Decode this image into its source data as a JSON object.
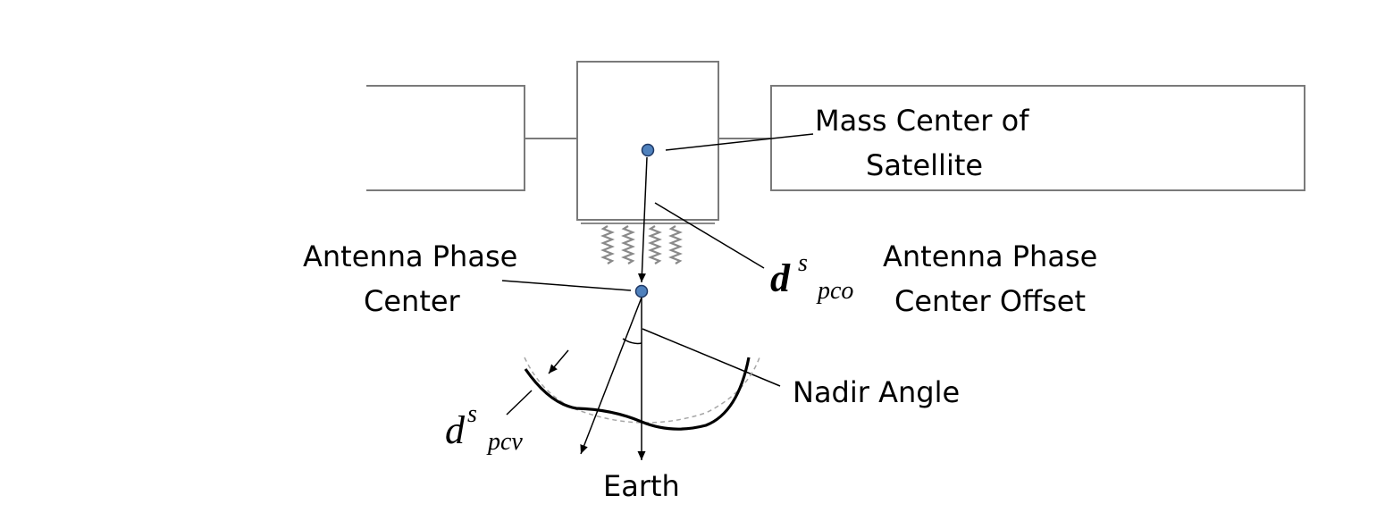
{
  "labels": {
    "mass_center": [
      "Mass Center of",
      "Satellite"
    ],
    "antenna_phase_center": [
      "Antenna Phase",
      "Center"
    ],
    "pco": [
      "Antenna Phase",
      "Center Offset"
    ],
    "nadir_angle": "Nadir Angle",
    "earth": "Earth"
  },
  "symbols": {
    "pco": {
      "base": "d",
      "sup": "s",
      "sub": "pco"
    },
    "pcv": {
      "base": "d",
      "sup": "s",
      "sub": "pcv"
    }
  },
  "colors": {
    "dot_fill": "#4f81bd",
    "dot_stroke": "#1f3864",
    "box_stroke": "#7a7a7a",
    "spring_stroke": "#8a8a8a",
    "reference_arc": "#a6a6a6"
  }
}
